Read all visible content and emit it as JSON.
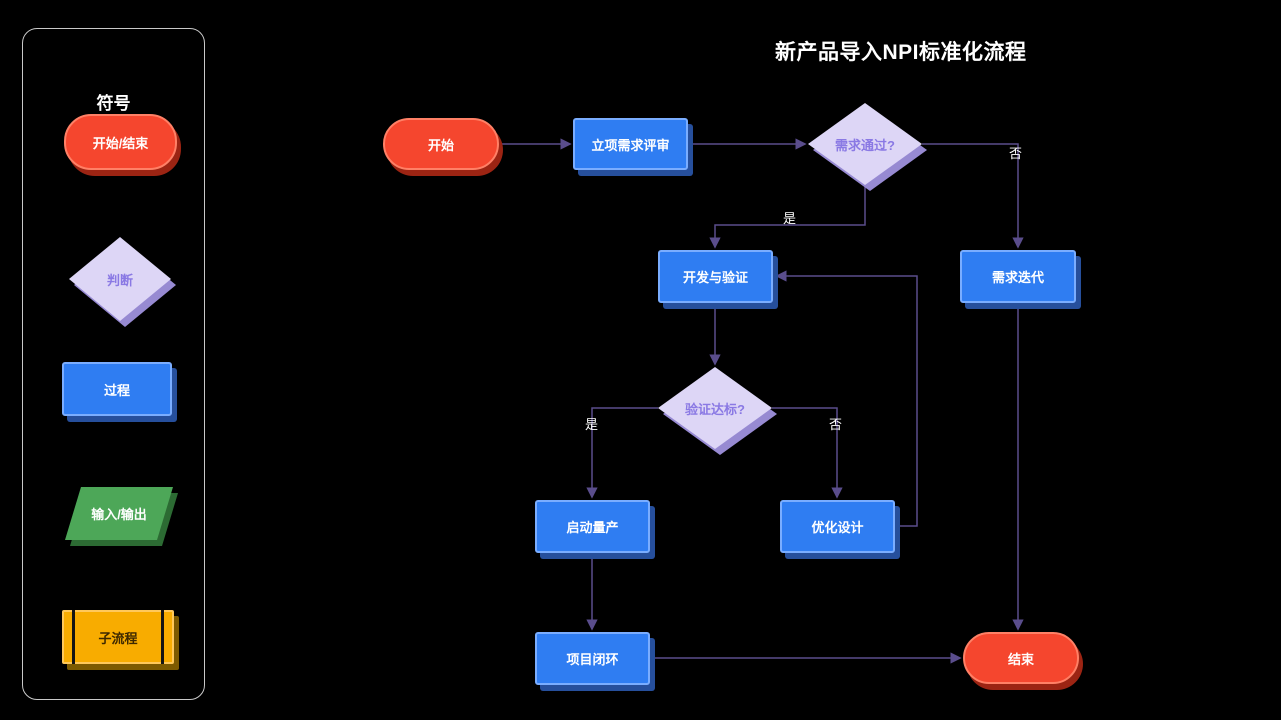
{
  "title": "新产品导入NPI标准化流程",
  "legend": {
    "title": "符号",
    "items": [
      {
        "label": "开始/结束",
        "type": "terminator"
      },
      {
        "label": "判断",
        "type": "decision"
      },
      {
        "label": "过程",
        "type": "process"
      },
      {
        "label": "输入/输出",
        "type": "io"
      },
      {
        "label": "子流程",
        "type": "subprocess"
      }
    ]
  },
  "nodes": {
    "start": {
      "label": "开始"
    },
    "review": {
      "label": "立项需求评审"
    },
    "req_pass": {
      "label": "需求通过?"
    },
    "develop": {
      "label": "开发与验证"
    },
    "req_iterate": {
      "label": "需求迭代"
    },
    "verify_pass": {
      "label": "验证达标?"
    },
    "mass_production": {
      "label": "启动量产"
    },
    "optimize": {
      "label": "优化设计"
    },
    "closure": {
      "label": "项目闭环"
    },
    "end": {
      "label": "结束"
    }
  },
  "edge_labels": {
    "req_pass_yes": "是",
    "req_pass_no": "否",
    "verify_yes": "是",
    "verify_no": "否"
  },
  "colors": {
    "background": "#000000",
    "terminator_fill": "#f5462e",
    "process_fill": "#2f7df2",
    "decision_fill": "#ddd6f6",
    "decision_text": "#8a79e4",
    "io_fill": "#4da758",
    "subprocess_fill": "#f8ac00",
    "edge": "#5a4d8c",
    "text": "#ffffff"
  }
}
